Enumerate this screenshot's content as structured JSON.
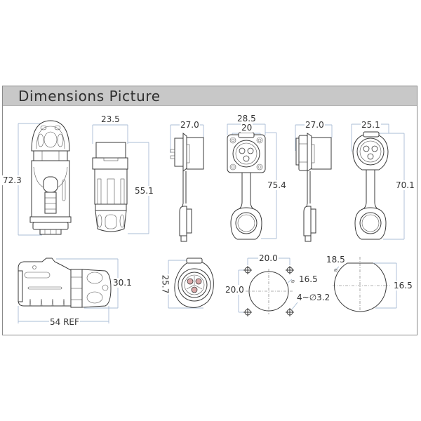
{
  "header": {
    "title": "Dimensions Picture"
  },
  "colors": {
    "header_bg": "#c8c8c8",
    "frame_border": "#8a8a8a",
    "dimension_line": "#a8bcd4",
    "drawing_stroke": "#3a3a3a",
    "pin_fill": "#d9a7a7"
  },
  "views": {
    "plug_front": {
      "height_label": "72.3"
    },
    "plug_side": {
      "width_label": "23.5",
      "height_label": "55.1"
    },
    "square_socket_side": {
      "width_label": "27.0"
    },
    "square_socket_front": {
      "outer_width_label": "28.5",
      "inner_width_label": "20",
      "height_label": "75.4"
    },
    "round_socket_side": {
      "width_label": "27.0"
    },
    "round_socket_front": {
      "width_label": "25.1",
      "height_label": "70.1"
    },
    "plug_top": {
      "height_label": "30.1",
      "length_label": "54 REF"
    },
    "socket_face": {
      "height_label": "25.7"
    },
    "square_panel_cutout": {
      "width_label": "20.0",
      "height_label": "20.0",
      "hole_diameter_label": "16.5",
      "mount_holes_label": "4~∅3.2",
      "diameter_symbol": "⌀"
    },
    "round_panel_cutout": {
      "diameter_label": "18.5",
      "flat_label": "16.5",
      "diameter_symbol": "⌀"
    }
  }
}
